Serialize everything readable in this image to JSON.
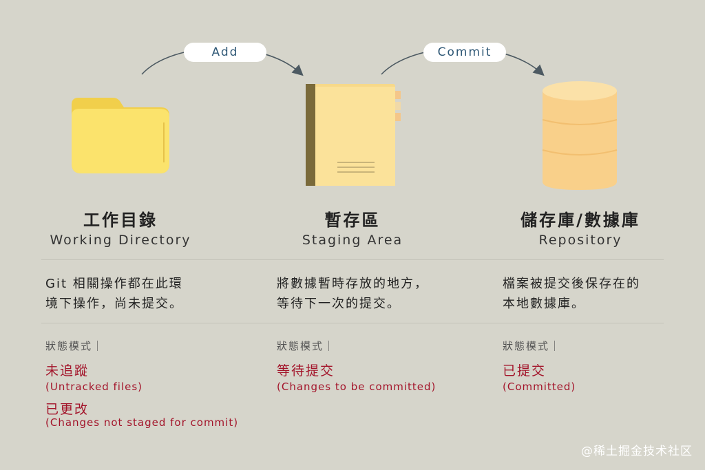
{
  "arrows": {
    "add_label": "Add",
    "commit_label": "Commit"
  },
  "columns": [
    {
      "title": "工作目錄",
      "subtitle": "Working Directory",
      "desc_line1": "Git 相關操作都在此環",
      "desc_line2": "境下操作，尚未提交。",
      "status_label": "狀態模式｜",
      "status_1": "未追蹤",
      "status_1_sub": "(Untracked files)",
      "status_2": "已更改",
      "status_2_sub": "(Changes not staged for commit)"
    },
    {
      "title": "暫存區",
      "subtitle": "Staging Area",
      "desc_line1": "將數據暫時存放的地方，",
      "desc_line2": "等待下一次的提交。",
      "status_label": "狀態模式｜",
      "status_1": "等待提交",
      "status_1_sub": "(Changes to be committed)"
    },
    {
      "title": "儲存庫/數據庫",
      "subtitle": "Repository",
      "desc_line1": "檔案被提交後保存在的",
      "desc_line2": "本地數據庫。",
      "status_label": "狀態模式｜",
      "status_1": "已提交",
      "status_1_sub": "(Committed)"
    }
  ],
  "watermark": "@稀土掘金技术社区",
  "colors": {
    "background": "#d6d5cb",
    "status_red": "#a3142a",
    "arrow_text": "#2f5876",
    "folder": "#fbe36c",
    "book": "#fbe08c",
    "database": "#f9d08a"
  },
  "icons": [
    "folder-icon",
    "notebook-icon",
    "database-icon",
    "arrow-icon"
  ]
}
